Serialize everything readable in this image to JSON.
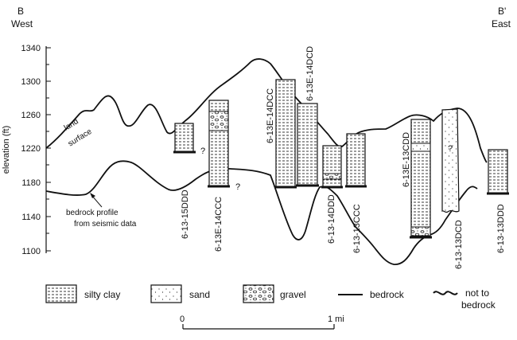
{
  "section": {
    "left_letter": "B",
    "left_dir": "West",
    "right_letter": "B'",
    "right_dir": "East"
  },
  "axis": {
    "label": "elevation (ft)",
    "ticks": [
      "1340",
      "1300",
      "1260",
      "1220",
      "1180",
      "1140",
      "1100"
    ]
  },
  "annotations": {
    "land": "land",
    "surface": "surface",
    "bedrock_line1": "bedrock profile",
    "bedrock_line2": "from seismic data",
    "question": "?"
  },
  "wells": [
    {
      "id": "6-13-15DDD"
    },
    {
      "id": "6-13E-14CCC"
    },
    {
      "id": "6-13E-14DCC"
    },
    {
      "id": "6-13E-14DCD"
    },
    {
      "id": "6-13-14DDD"
    },
    {
      "id": "6-13-13CCC"
    },
    {
      "id": "6-13E-13CDD"
    },
    {
      "id": "6-13-13DCD"
    },
    {
      "id": "6-13-13DDD"
    }
  ],
  "legend": {
    "silty_clay": "silty clay",
    "sand": "sand",
    "gravel": "gravel",
    "bedrock": "bedrock",
    "not_to_bedrock_1": "not to",
    "not_to_bedrock_2": "bedrock"
  },
  "scale": {
    "start": "0",
    "end": "1 mi"
  }
}
